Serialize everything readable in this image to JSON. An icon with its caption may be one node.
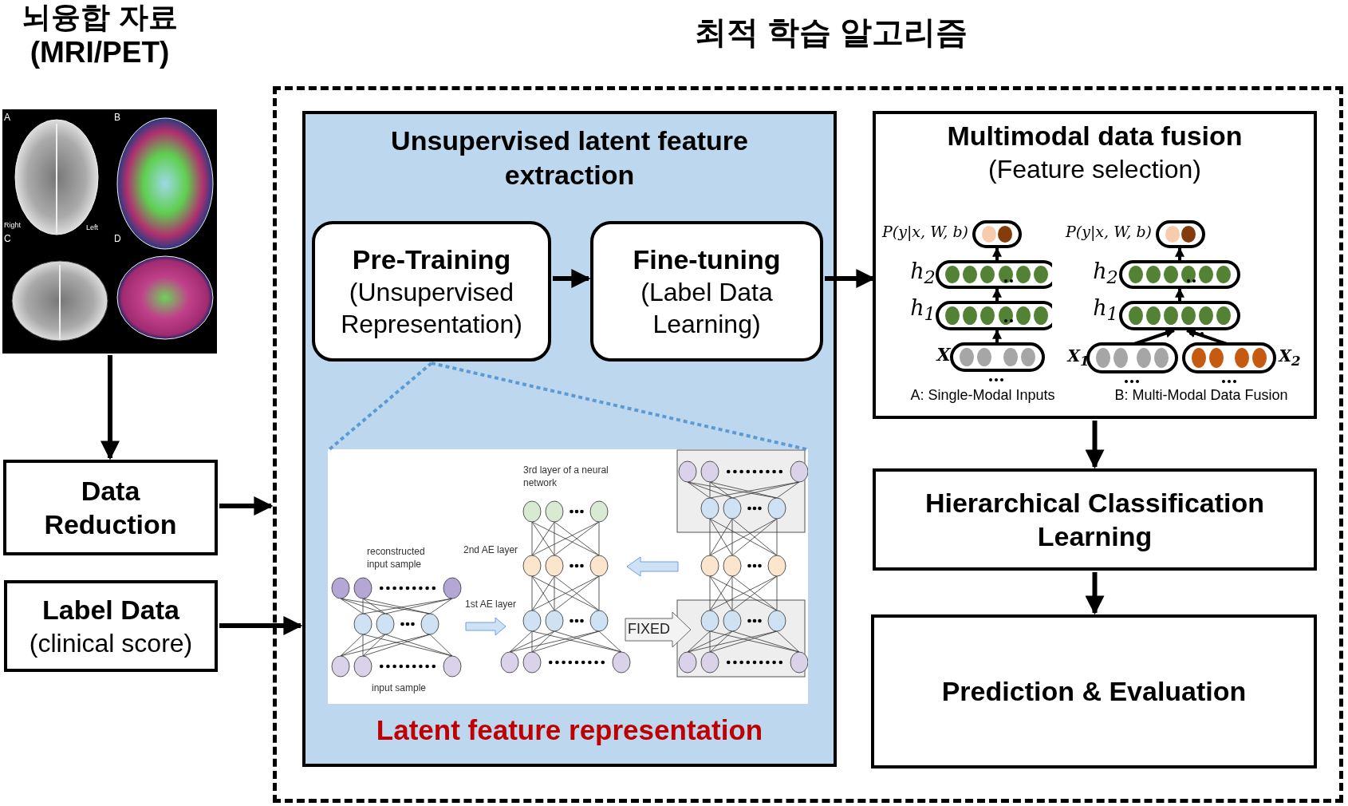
{
  "diagram": {
    "nodes": [
      {
        "text": [
          "뇌융합 자료 (MRI/PET)",
          "A",
          "B",
          "Right",
          "Left",
          "C",
          "D"
        ]
      },
      {
        "text": [
          "Data Reduction"
        ]
      },
      {
        "text": [
          "Label Data",
          "(clinical score)"
        ]
      },
      {
        "text": [
          "최적 학습 알고리즘"
        ]
      },
      {
        "text": [
          "Unsupervised latent feature extraction",
          "Latent feature representation"
        ],
        "in": 3
      },
      {
        "text": [
          "Pre-Training",
          "(Unsupervised Representation)"
        ],
        "in": 4
      },
      {
        "text": [
          "Fine-tuning",
          "(Label Data Learning)"
        ],
        "in": 4
      },
      {
        "text": [
          "3rd layer of a neural network",
          "reconstructed input sample",
          "2nd AE layer",
          "1st AE layer",
          "FIXED",
          "input sample"
        ],
        "in": 4
      },
      {
        "text": [
          "Multimodal data fusion",
          "(Feature selection)"
        ],
        "in": 3
      },
      {
        "text": [
          "P(y|x, W, b)",
          "h$_{2}$",
          "h$_{1}$",
          "X",
          "A: Single-Modal Inputs"
        ],
        "in": 8
      },
      {
        "text": [
          "P(y|x, W, b)",
          "h$_{2}$",
          "h$_{1}$",
          "X$_{1}$",
          "X$_{2}$",
          "B: Multi-Modal Data Fusion"
        ],
        "in": 8
      },
      {
        "text": [
          "Hierarchical Classification Learning"
        ],
        "in": 3
      },
      {
        "text": [
          "Prediction & Evaluation"
        ],
        "in": 3
      }
    ],
    "edges": [
      {
        "from": 0,
        "to": 1,
        "arrow": "to"
      },
      {
        "from": 1,
        "to": 3,
        "arrow": "to"
      },
      {
        "from": 2,
        "to": 4,
        "arrow": "to"
      },
      {
        "from": 5,
        "to": 6,
        "arrow": "to"
      },
      {
        "from": 6,
        "to": 9,
        "arrow": "to"
      },
      {
        "from": 5,
        "to": 7,
        "arrow": "none",
        "style": "dashed",
        "color": "#5b9bd5"
      },
      {
        "from": 5,
        "to": 7,
        "arrow": "none",
        "style": "dashed",
        "color": "#5b9bd5"
      },
      {
        "from": 8,
        "to": 11,
        "arrow": "to"
      },
      {
        "from": 11,
        "to": 12,
        "arrow": "to"
      }
    ]
  }
}
